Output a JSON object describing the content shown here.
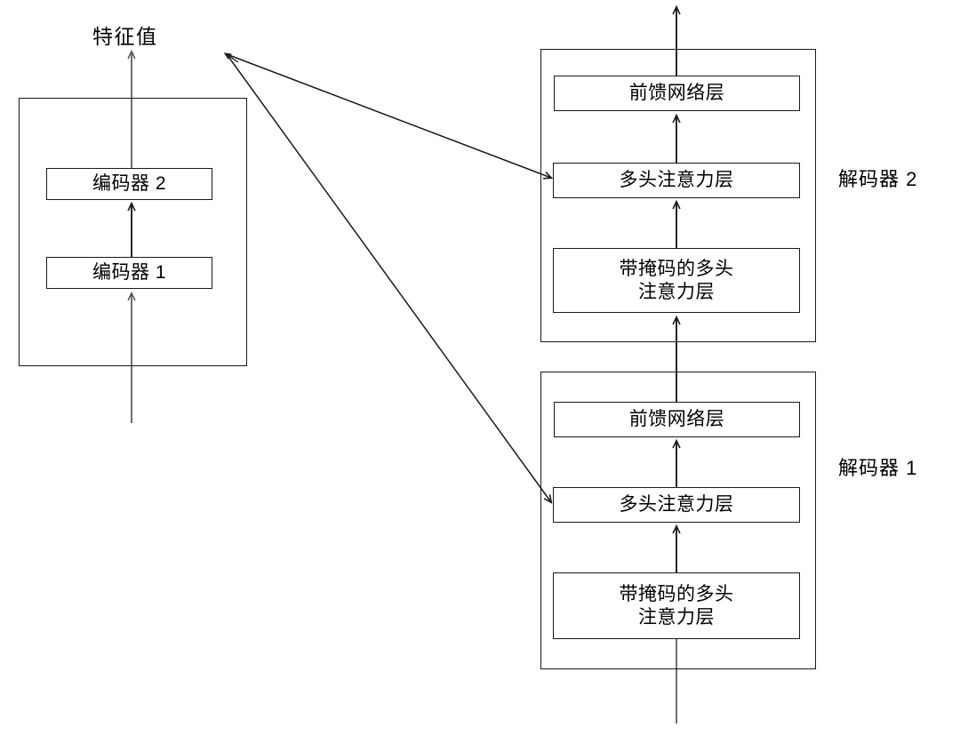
{
  "diagram": {
    "title": "特征值",
    "encoder_group": {
      "name": "encoder-stack",
      "boxes": [
        {
          "label": "编码器 2"
        },
        {
          "label": "编码器 1"
        }
      ]
    },
    "decoder_groups": [
      {
        "label": "解码器 2",
        "boxes": [
          {
            "label": "前馈网络层"
          },
          {
            "label": "多头注意力层"
          },
          {
            "label": "带掩码的多头\n注意力层"
          }
        ]
      },
      {
        "label": "解码器 1",
        "boxes": [
          {
            "label": "前馈网络层"
          },
          {
            "label": "多头注意力层"
          },
          {
            "label": "带掩码的多头\n注意力层"
          }
        ]
      }
    ],
    "colors": {
      "stroke": "#1a1a1a",
      "thin_stroke": "#555555",
      "text": "#000000",
      "background": "#ffffff"
    }
  }
}
